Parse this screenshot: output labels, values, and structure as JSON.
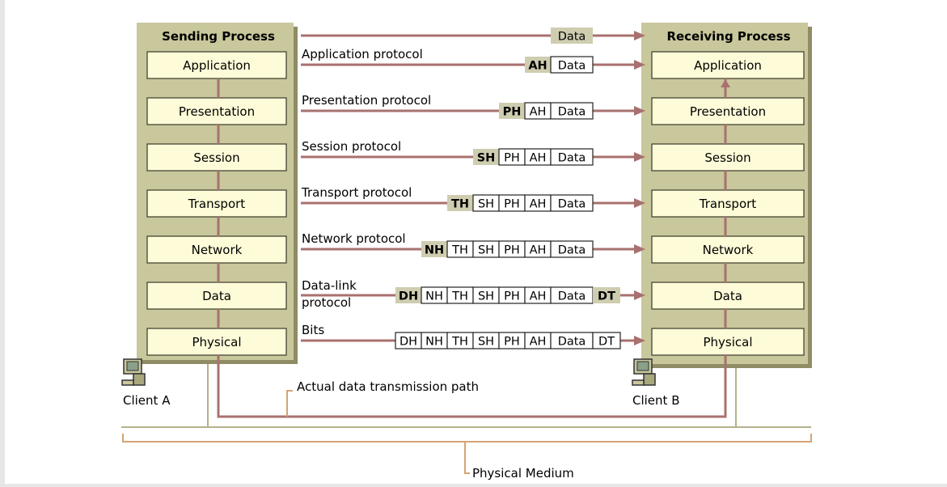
{
  "colors": {
    "panel": "#c9c79c",
    "panel_shadow": "#8f8c66",
    "layer_box": "#fefbd8",
    "arrow": "#a8716f",
    "medium": "#d4a373",
    "olive_line": "#b4b28c",
    "header_gray": "#cfcdb0"
  },
  "sending": {
    "title": "Sending Process",
    "layers": [
      "Application",
      "Presentation",
      "Session",
      "Transport",
      "Network",
      "Data",
      "Physical"
    ]
  },
  "receiving": {
    "title": "Receiving Process",
    "layers": [
      "Application",
      "Presentation",
      "Session",
      "Transport",
      "Network",
      "Data",
      "Physical"
    ]
  },
  "rows": [
    {
      "label": "",
      "label2": "",
      "cells": [
        {
          "text": "Data",
          "bold": false,
          "shaded": true,
          "nobox": true
        }
      ]
    },
    {
      "label": "Application protocol",
      "label2": "",
      "cells": [
        {
          "text": "AH",
          "bold": true,
          "shaded": true
        },
        {
          "text": "Data"
        }
      ]
    },
    {
      "label": "Presentation protocol",
      "label2": "",
      "cells": [
        {
          "text": "PH",
          "bold": true,
          "shaded": true
        },
        {
          "text": "AH"
        },
        {
          "text": "Data"
        }
      ]
    },
    {
      "label": "Session protocol",
      "label2": "",
      "cells": [
        {
          "text": "SH",
          "bold": true,
          "shaded": true
        },
        {
          "text": "PH"
        },
        {
          "text": "AH"
        },
        {
          "text": "Data"
        }
      ]
    },
    {
      "label": "Transport protocol",
      "label2": "",
      "cells": [
        {
          "text": "TH",
          "bold": true,
          "shaded": true
        },
        {
          "text": "SH"
        },
        {
          "text": "PH"
        },
        {
          "text": "AH"
        },
        {
          "text": "Data"
        }
      ]
    },
    {
      "label": "Network protocol",
      "label2": "",
      "cells": [
        {
          "text": "NH",
          "bold": true,
          "shaded": true
        },
        {
          "text": "TH"
        },
        {
          "text": "SH"
        },
        {
          "text": "PH"
        },
        {
          "text": "AH"
        },
        {
          "text": "Data"
        }
      ]
    },
    {
      "label": "Data-link",
      "label2": "protocol",
      "cells": [
        {
          "text": "DH",
          "bold": true,
          "shaded": true
        },
        {
          "text": "NH"
        },
        {
          "text": "TH"
        },
        {
          "text": "SH"
        },
        {
          "text": "PH"
        },
        {
          "text": "AH"
        },
        {
          "text": "Data"
        },
        {
          "text": "DT",
          "bold": true,
          "shaded": true
        }
      ]
    },
    {
      "label": "Bits",
      "label2": "",
      "cells": [
        {
          "text": "DH"
        },
        {
          "text": "NH"
        },
        {
          "text": "TH"
        },
        {
          "text": "SH"
        },
        {
          "text": "PH"
        },
        {
          "text": "AH"
        },
        {
          "text": "Data"
        },
        {
          "text": "DT"
        }
      ]
    }
  ],
  "clients": {
    "a": "Client A",
    "b": "Client B"
  },
  "icons": {
    "computer": "computer-icon"
  },
  "labels": {
    "transmission_path": "Actual data transmission path",
    "physical_medium": "Physical Medium"
  }
}
